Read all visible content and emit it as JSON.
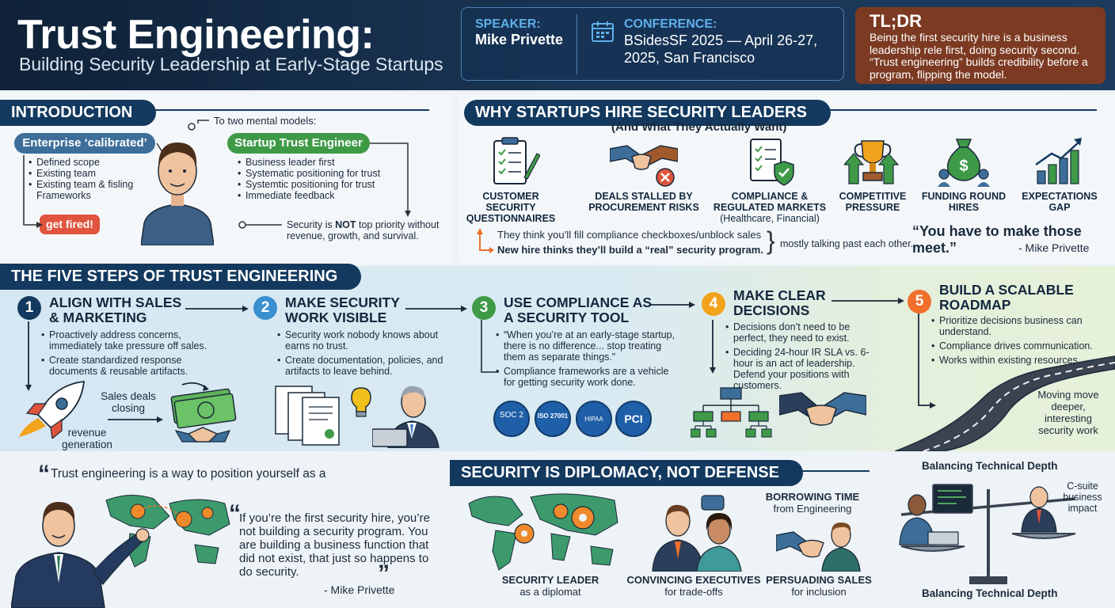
{
  "header": {
    "title": "Trust Engineering:",
    "subtitle": "Building Security Leadership at Early-Stage Startups",
    "speaker_label": "SPEAKER:",
    "speaker_name": "Mike Privette",
    "conference_label": "CONFERENCE:",
    "conference_value": "BSidesSF 2025 — April 26-27, 2025, San Francisco",
    "tldr_label": "TL;DR",
    "tldr_text": "Being the first security hire is a business leadership rele first, doing security second. “Trust engineering” builds credibility before a program, flipping the model."
  },
  "introduction": {
    "heading": "INTRODUCTION",
    "subheading": "To two mental models:",
    "enterprise_label": "Enterprise ‘calibrated’",
    "enterprise_items": [
      "Defined scope",
      "Existing team",
      "Existing team & fisling Frameworks"
    ],
    "enterprise_outcome": "get fired!",
    "startup_label": "Startup Trust Engineer",
    "startup_items": [
      "Business leader first",
      "Systematic positioning for trust",
      "Systemtic positioning for trust",
      "Immediate feedback"
    ],
    "note_pre": "Security is ",
    "note_emph": "NOT",
    "note_post": " top priority without revenue, growth, and survival."
  },
  "why": {
    "heading": "WHY STARTUPS HIRE SECURITY LEADERS",
    "subheading": "(And What They Actually Want)",
    "items": [
      {
        "label": "CUSTOMER SECURITY QUESTIONNAIRES",
        "icon": "clipboard-icon"
      },
      {
        "label": "DEALS STALLED BY PROCUREMENT RISKS",
        "icon": "handshake-icon"
      },
      {
        "label": "COMPLIANCE & REGULATED MARKETS",
        "sublabel": "(Healthcare, Financial)",
        "icon": "compliance-doc-icon"
      },
      {
        "label": "COMPETITIVE PRESSURE",
        "icon": "trophy-icon"
      },
      {
        "label": "FUNDING ROUND HIRES",
        "icon": "money-bag-icon"
      },
      {
        "label": "EXPECTATIONS GAP",
        "icon": "growth-chart-icon"
      }
    ],
    "mismatch_1": "They think you’ll fill compliance checkboxes/unblock sales",
    "mismatch_2": "New hire thinks they’ll build a “real” security program.",
    "mismatch_tail": "mostly talking past each other.",
    "quote": "“You have to make those meet.”",
    "quote_author": "- Mike Privette"
  },
  "steps": {
    "heading": "THE FIVE STEPS OF TRUST ENGINEERING",
    "colors": [
      "#13395f",
      "#3a8fd0",
      "#3f9a48",
      "#f2a31c",
      "#ef6f2b"
    ],
    "items": [
      {
        "num": "1",
        "title": "ALIGN WITH SALES & MARKETING",
        "bullets": [
          "Proactively address concerns, immediately take pressure off sales.",
          "Create standardized response documents & reusable artifacts."
        ]
      },
      {
        "num": "2",
        "title": "MAKE SECURITY WORK VISIBLE",
        "bullets": [
          "Security work nobody knows about earns no trust.",
          "Create documentation, policies, and artifacts to leave behind."
        ]
      },
      {
        "num": "3",
        "title": "USE COMPLIANCE AS A SECURITY TOOL",
        "bullets": [
          "“When you’re at an early-stage startup, there is no difference... stop treating them as separate things.”",
          "Compliance frameworks are a vehicle for getting security work done."
        ]
      },
      {
        "num": "4",
        "title": "MAKE CLEAR DECISIONS",
        "bullets": [
          "Decisions don’t need to be perfect, they need to exist.",
          "Deciding 24-hour IR SLA vs. 6-hour is an act of leadership. Defend your positions with customers."
        ]
      },
      {
        "num": "5",
        "title": "BUILD A SCALABLE ROADMAP",
        "bullets": [
          "Prioritize decisions business can understand.",
          "Compliance drives communication.",
          "Works within existing resources."
        ]
      }
    ],
    "sales_deals": "Sales deals closing",
    "revenue": "revenue generation",
    "badges": [
      "SOC 2",
      "ISO 27001",
      "HIPAA",
      "PCI"
    ],
    "roadmap_caption": "Moving move deeper, interesting security work"
  },
  "quotes": {
    "quote1": "Trust engineering is a way to position yourself as a",
    "quote2": "If you’re the first security hire, you’re not building a security program. You are building a business function that did not exist, that just so happens to do security.",
    "quote2_author": "- Mike Privette"
  },
  "diplomacy": {
    "heading": "SECURITY IS DIPLOMACY, NOT DEFENSE",
    "items": [
      {
        "title": "SECURITY LEADER",
        "sub": "as a diplomat"
      },
      {
        "title": "CONVINCING EXECUTIVES",
        "sub": "for trade-offs"
      },
      {
        "title": "BORROWING TIME",
        "sub": "from Engineering"
      },
      {
        "title": "PERSUADING SALES",
        "sub": "for inclusion"
      }
    ],
    "balance_top": "Balancing Technical Depth",
    "balance_bottom": "Balancing Technical Depth",
    "csuite": "C-suite business impact"
  }
}
